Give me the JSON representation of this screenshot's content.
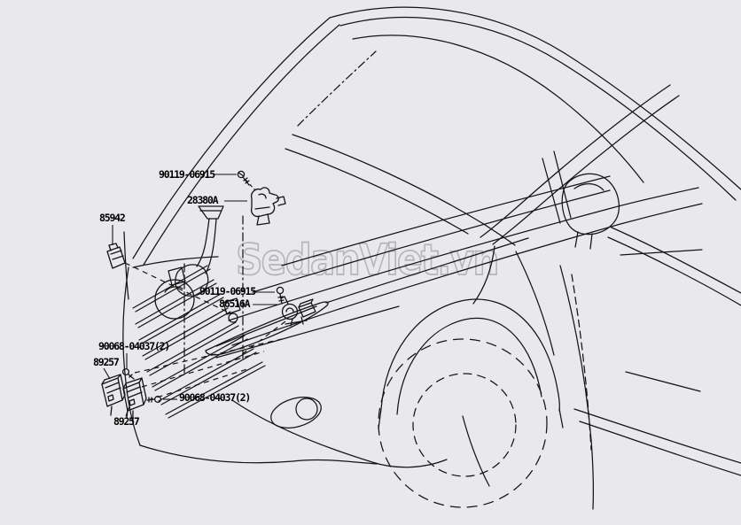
{
  "colors": {
    "background": "#e9e9ed",
    "line": "#141414",
    "watermark_outline": "#b5b5bb",
    "label_text": "#000000"
  },
  "watermark": {
    "text": "SedanViet.vn"
  },
  "labels": [
    {
      "text": "90119-06915"
    },
    {
      "text": "28380A"
    },
    {
      "text": "85942"
    },
    {
      "text": "90119-06915"
    },
    {
      "text": "86516A"
    },
    {
      "text": "90068-04037(2)"
    },
    {
      "text": "89257"
    },
    {
      "text": "90068-04037(2)"
    },
    {
      "text": "89257"
    }
  ]
}
